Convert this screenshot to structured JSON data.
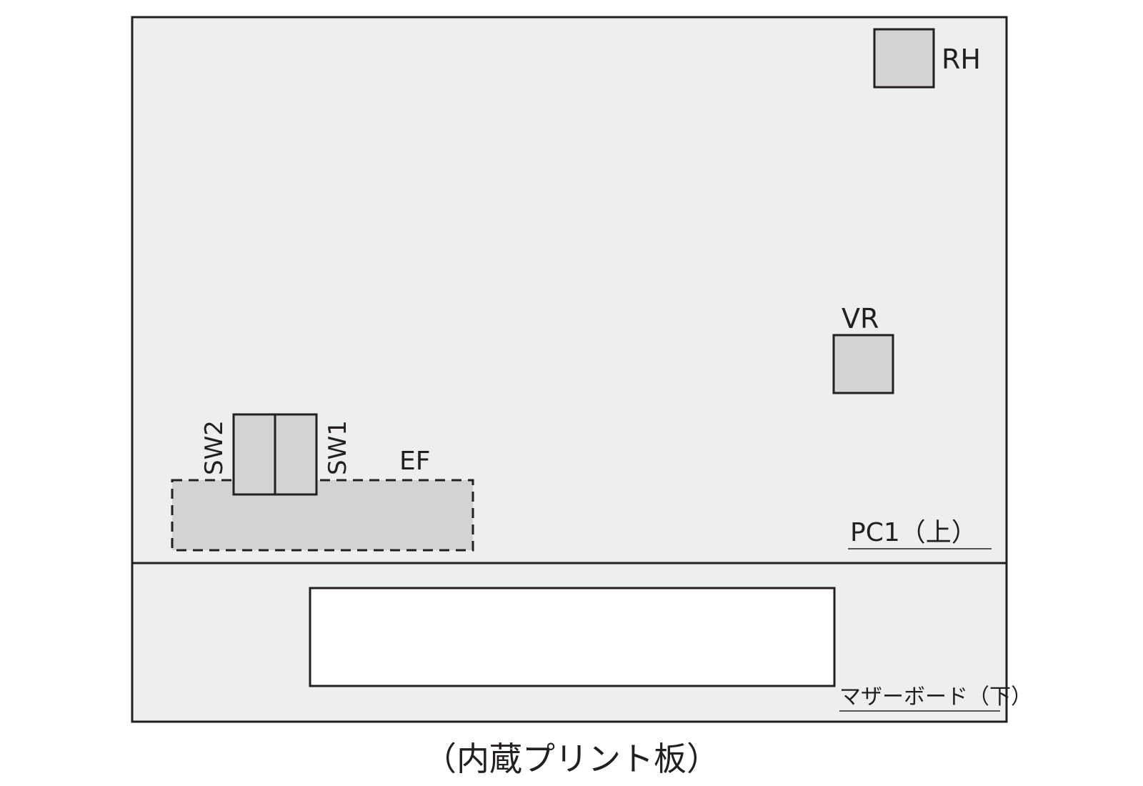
{
  "labels": {
    "rh": "RH",
    "vr": "VR",
    "sw1": "SW1",
    "sw2": "SW2",
    "ef": "EF",
    "pc1": "PC1（上）",
    "motherboard": "マザーボード（下）",
    "caption": "（内蔵プリント板）"
  },
  "colors": {
    "board_fill": "#edeeee",
    "component_fill": "#d3d3d3",
    "outline": "#231f20",
    "connector_fill": "#ffffff"
  }
}
